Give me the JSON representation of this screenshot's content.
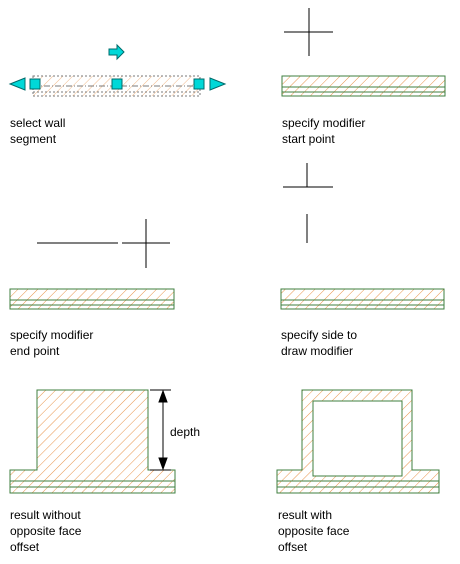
{
  "steps": [
    {
      "id": "step1",
      "caption": [
        "select wall",
        "segment"
      ]
    },
    {
      "id": "step2",
      "caption": [
        "specify modifier",
        "start point"
      ]
    },
    {
      "id": "step3",
      "caption": [
        "specify modifier",
        "end point"
      ]
    },
    {
      "id": "step4",
      "caption": [
        "specify side to",
        "draw modifier"
      ]
    },
    {
      "id": "step5",
      "caption": [
        "result without",
        "opposite face",
        "offset"
      ]
    },
    {
      "id": "step6",
      "caption": [
        "result with",
        "opposite face",
        "offset"
      ]
    }
  ],
  "dimension": {
    "label": "depth"
  },
  "colors": {
    "hatch": "#e8944a",
    "wall_edge": "#3f7f3f",
    "grip": "#00d8d8",
    "grip_edge": "#006b6b",
    "line": "#000000"
  }
}
